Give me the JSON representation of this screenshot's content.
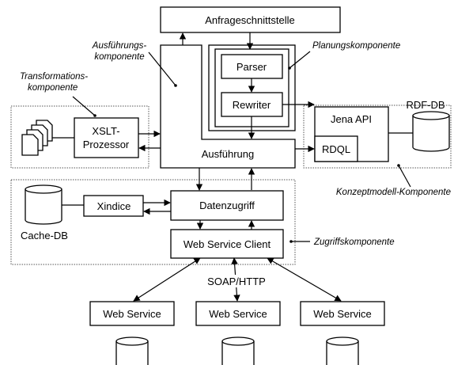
{
  "components": {
    "anfrage": "Anfrageschnittstelle",
    "ausfuehrung_comp": [
      "Ausführungs-",
      "komponente"
    ],
    "planung_comp": "Planungskomponente",
    "transformation_comp": [
      "Transformations-",
      "komponente"
    ],
    "konzept_comp": "Konzeptmodell-Komponente",
    "zugriff_comp": "Zugriffskomponente"
  },
  "boxes": {
    "parser": "Parser",
    "rewriter": "Rewriter",
    "ausfuehrung": "Ausführung",
    "xslt": [
      "XSLT-",
      "Prozessor"
    ],
    "jena": "Jena API",
    "rdql": "RDQL",
    "rdf_db": "RDF-DB",
    "xindice": "Xindice",
    "datenzugriff": "Datenzugriff",
    "cache_db": "Cache-DB",
    "ws_client": "Web Service Client",
    "soap": "SOAP/HTTP",
    "web_service": [
      "Web Service",
      "Web Service",
      "Web Service"
    ]
  }
}
